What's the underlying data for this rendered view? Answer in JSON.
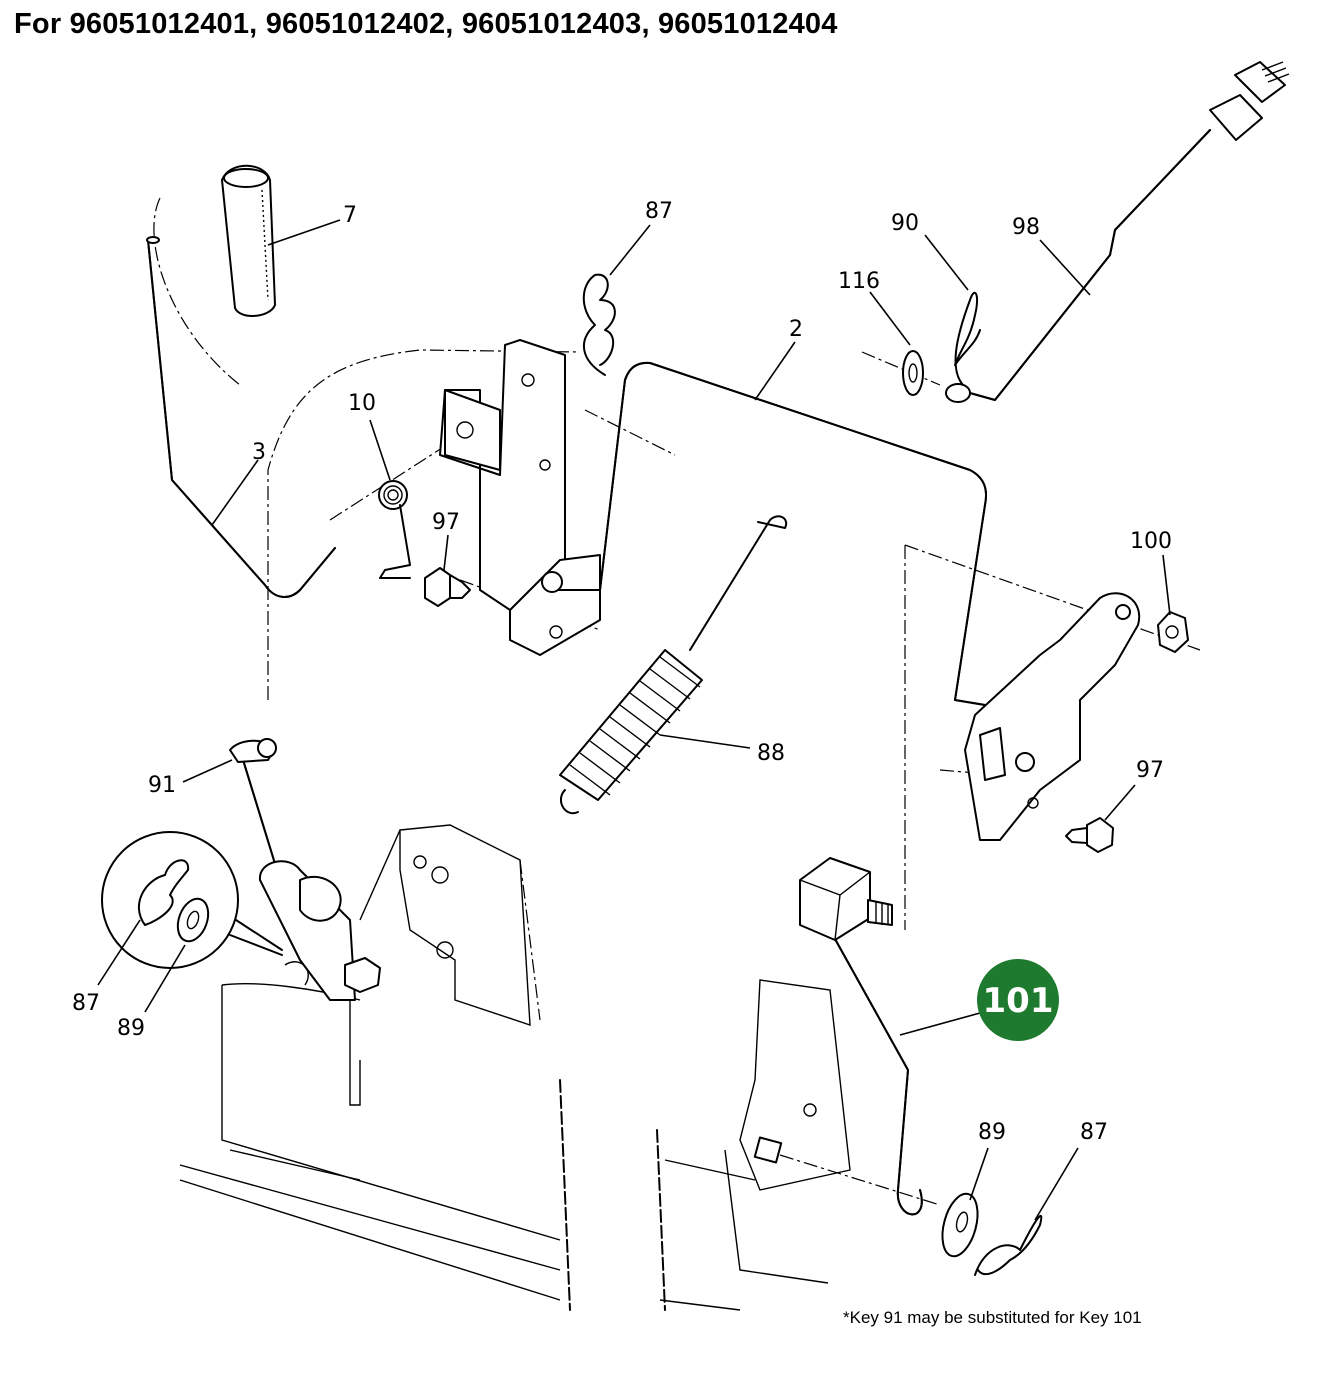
{
  "header": {
    "title": "For 96051012401, 96051012402, 96051012403, 96051012404"
  },
  "footnote": "*Key 91 may be substituted for Key 101",
  "highlight": {
    "label": "101",
    "color": "#1e7a2e"
  },
  "callouts": [
    {
      "id": "c7",
      "label": "7"
    },
    {
      "id": "c87a",
      "label": "87"
    },
    {
      "id": "c90",
      "label": "90"
    },
    {
      "id": "c98",
      "label": "98"
    },
    {
      "id": "c116",
      "label": "116"
    },
    {
      "id": "c2",
      "label": "2"
    },
    {
      "id": "c10",
      "label": "10"
    },
    {
      "id": "c3",
      "label": "3"
    },
    {
      "id": "c97a",
      "label": "97"
    },
    {
      "id": "c100",
      "label": "100"
    },
    {
      "id": "c88",
      "label": "88"
    },
    {
      "id": "c97b",
      "label": "97"
    },
    {
      "id": "c91",
      "label": "91"
    },
    {
      "id": "c87b",
      "label": "87"
    },
    {
      "id": "c89a",
      "label": "89"
    },
    {
      "id": "c89b",
      "label": "89"
    },
    {
      "id": "c87c",
      "label": "87"
    }
  ]
}
